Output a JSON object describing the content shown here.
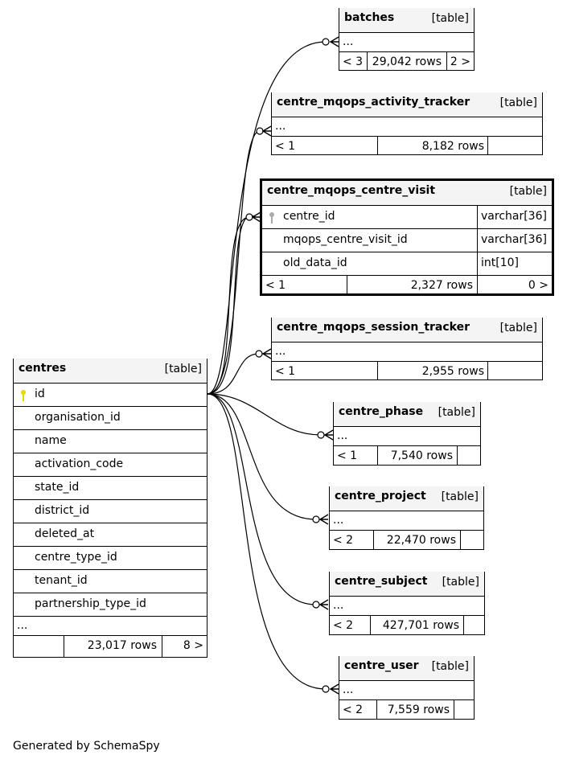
{
  "main_table": {
    "name": "centres",
    "tag": "[table]",
    "columns": [
      "id",
      "organisation_id",
      "name",
      "activation_code",
      "state_id",
      "district_id",
      "deleted_at",
      "centre_type_id",
      "tenant_id",
      "partnership_type_id"
    ],
    "pk_column": "id",
    "ellipsis": "...",
    "footer": {
      "left": "",
      "rows": "23,017 rows",
      "right": "8 >"
    }
  },
  "focus_table": {
    "name": "centre_mqops_centre_visit",
    "tag": "[table]",
    "columns": [
      {
        "name": "centre_id",
        "type": "varchar[36]",
        "key": true
      },
      {
        "name": "mqops_centre_visit_id",
        "type": "varchar[36]",
        "key": false
      },
      {
        "name": "old_data_id",
        "type": "int[10]",
        "key": false
      }
    ],
    "footer": {
      "left": "< 1",
      "rows": "2,327 rows",
      "right": "0 >"
    }
  },
  "child_tables": [
    {
      "name": "batches",
      "tag": "[table]",
      "ellipsis": "...",
      "footer": {
        "left": "< 3",
        "rows": "29,042 rows",
        "right": "2 >"
      }
    },
    {
      "name": "centre_mqops_activity_tracker",
      "tag": "[table]",
      "ellipsis": "...",
      "footer": {
        "left": "< 1",
        "rows": "8,182 rows",
        "right": ""
      }
    },
    {
      "name": "centre_mqops_session_tracker",
      "tag": "[table]",
      "ellipsis": "...",
      "footer": {
        "left": "< 1",
        "rows": "2,955 rows",
        "right": ""
      }
    },
    {
      "name": "centre_phase",
      "tag": "[table]",
      "ellipsis": "...",
      "footer": {
        "left": "< 1",
        "rows": "7,540 rows",
        "right": ""
      }
    },
    {
      "name": "centre_project",
      "tag": "[table]",
      "ellipsis": "...",
      "footer": {
        "left": "< 2",
        "rows": "22,470 rows",
        "right": ""
      }
    },
    {
      "name": "centre_subject",
      "tag": "[table]",
      "ellipsis": "...",
      "footer": {
        "left": "< 2",
        "rows": "427,701 rows",
        "right": ""
      }
    },
    {
      "name": "centre_user",
      "tag": "[table]",
      "ellipsis": "...",
      "footer": {
        "left": "< 2",
        "rows": "7,559 rows",
        "right": ""
      }
    }
  ],
  "generator_note": "Generated by SchemaSpy",
  "colors": {
    "header_bg": "#f4f4f4",
    "key_icon_primary": "#e6d800",
    "key_icon_foreign": "#aaaaaa",
    "line": "#000000"
  }
}
